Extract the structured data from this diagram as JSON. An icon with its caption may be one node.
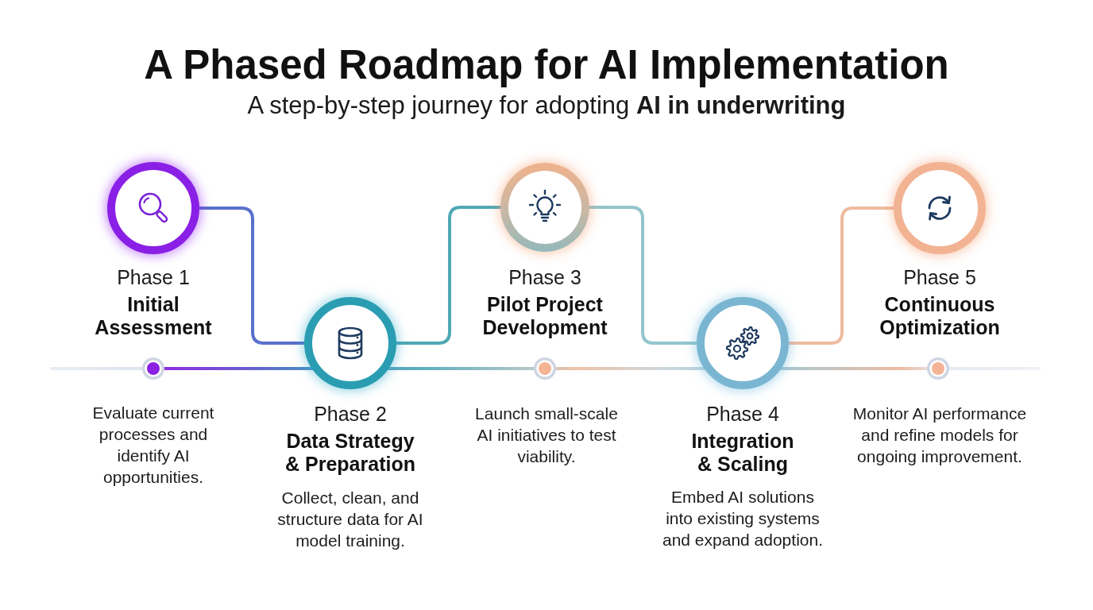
{
  "diagram": {
    "title": "A Phased Roadmap for AI Implementation",
    "nodes": [
      {
        "text": [
          "Phase 1",
          "Initial Assessment"
        ]
      },
      {
        "text": [
          "Phase 2",
          "Data Strategy & Preparation"
        ]
      },
      {
        "text": [
          "Phase 3",
          "Pilot Project Development"
        ]
      },
      {
        "text": [
          "Phase 4",
          "Integration & Scaling"
        ]
      },
      {
        "text": [
          "Phase 5",
          "Continuous Optimization"
        ]
      }
    ],
    "edges": [
      {
        "from": 0,
        "to": 1,
        "arrow": "none",
        "color": "#5a70cc"
      },
      {
        "from": 1,
        "to": 2,
        "arrow": "none",
        "color": "#4fa8b6"
      },
      {
        "from": 2,
        "to": 3,
        "arrow": "none",
        "color": "#93c5cc"
      },
      {
        "from": 3,
        "to": 4,
        "arrow": "none",
        "color": "#efbb9f"
      }
    ],
    "labels": [
      "A step-by-step journey for adopting **AI in underwriting**",
      "Evaluate current processes and identify AI opportunities.",
      "Collect, clean, and structure data for AI model training.",
      "Launch small-scale AI initiatives to test viability.",
      "Embed AI solutions into existing systems and expand adoption.",
      "Monitor AI performance and refine models for ongoing improvement."
    ]
  }
}
